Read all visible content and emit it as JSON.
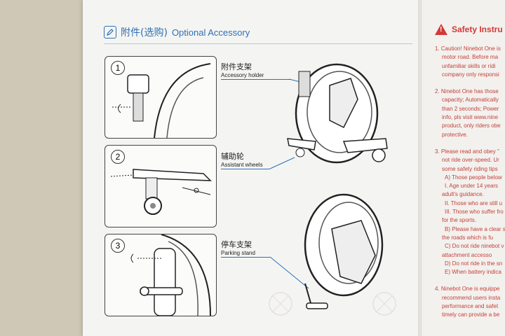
{
  "header": {
    "title_cn": "附件(选购)",
    "title_en": "Optional Accessory"
  },
  "steps": [
    {
      "number": "1"
    },
    {
      "number": "2"
    },
    {
      "number": "3"
    }
  ],
  "callouts": [
    {
      "cn": "附件支架",
      "en": "Accessory  holder"
    },
    {
      "cn": "辅助轮",
      "en": "Assistant wheels"
    },
    {
      "cn": "停车支架",
      "en": "Parking stand"
    }
  ],
  "safety": {
    "icon_glyph": "!",
    "title": "Safety Instru",
    "lines": [
      "1. Caution! Ninebot One is",
      "motor road. Before ma",
      "unfamiliar skills or ridi",
      "company only responsi",
      "",
      "2. Ninebot One has those",
      "capacity; Automatically",
      "than 2 seconds; Power",
      "info, pls visit www.nine",
      "product, only riders obe",
      "protective.",
      "",
      "3. Please read and obey \"",
      "not ride over-speed. Ur",
      "some safety riding tips",
      "A) Those people below",
      "I.  Age under 14 years",
      "adult's guidance.",
      "II.  Those who are still u",
      "III. Those who suffer fro",
      "for the sports.",
      "B) Please have a clear s",
      "the roads which is fu",
      "C) Do not ride ninebot v",
      "attachment accesso",
      "D) Do not ride in the sn",
      "E) When battery indica",
      "",
      "4. Ninebot One is equippe",
      "recommend users insta",
      "performance and safet",
      "timely can provide a be"
    ]
  },
  "colors": {
    "accent_blue": "#2f6fb3",
    "warning_red": "#d23a36"
  }
}
